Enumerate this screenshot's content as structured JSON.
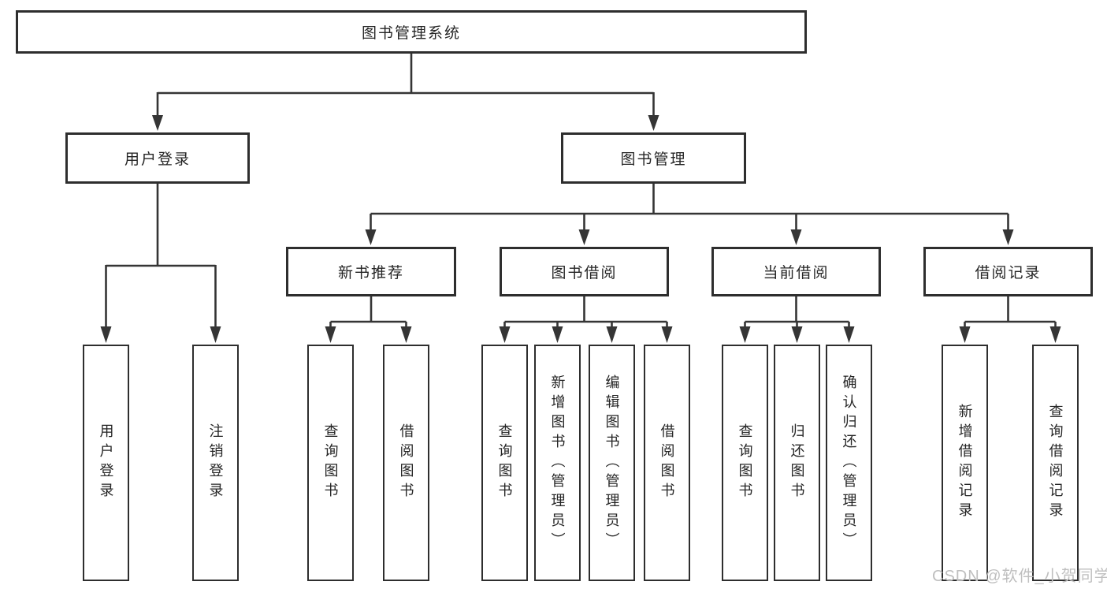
{
  "diagram": {
    "root": {
      "label": "图书管理系统"
    },
    "level2": [
      {
        "label": "用户登录"
      },
      {
        "label": "图书管理"
      }
    ],
    "level3": [
      {
        "label": "新书推荐"
      },
      {
        "label": "图书借阅"
      },
      {
        "label": "当前借阅"
      },
      {
        "label": "借阅记录"
      }
    ],
    "leaves": [
      {
        "label": "用户登录"
      },
      {
        "label": "注销登录"
      },
      {
        "label": "查询图书"
      },
      {
        "label": "借阅图书"
      },
      {
        "label": "查询图书"
      },
      {
        "label": "新增图书（管理员）"
      },
      {
        "label": "编辑图书（管理员）"
      },
      {
        "label": "借阅图书"
      },
      {
        "label": "查询图书"
      },
      {
        "label": "归还图书"
      },
      {
        "label": "确认归还（管理员）"
      },
      {
        "label": "新增借阅记录"
      },
      {
        "label": "查询借阅记录"
      }
    ]
  },
  "watermark": {
    "text": "CSDN @软件_小贺同学"
  },
  "colors": {
    "line": "#353535",
    "box_border": "#2e2e2e",
    "text": "#252525",
    "watermark": "#bfbfbf",
    "background": "#ffffff"
  }
}
